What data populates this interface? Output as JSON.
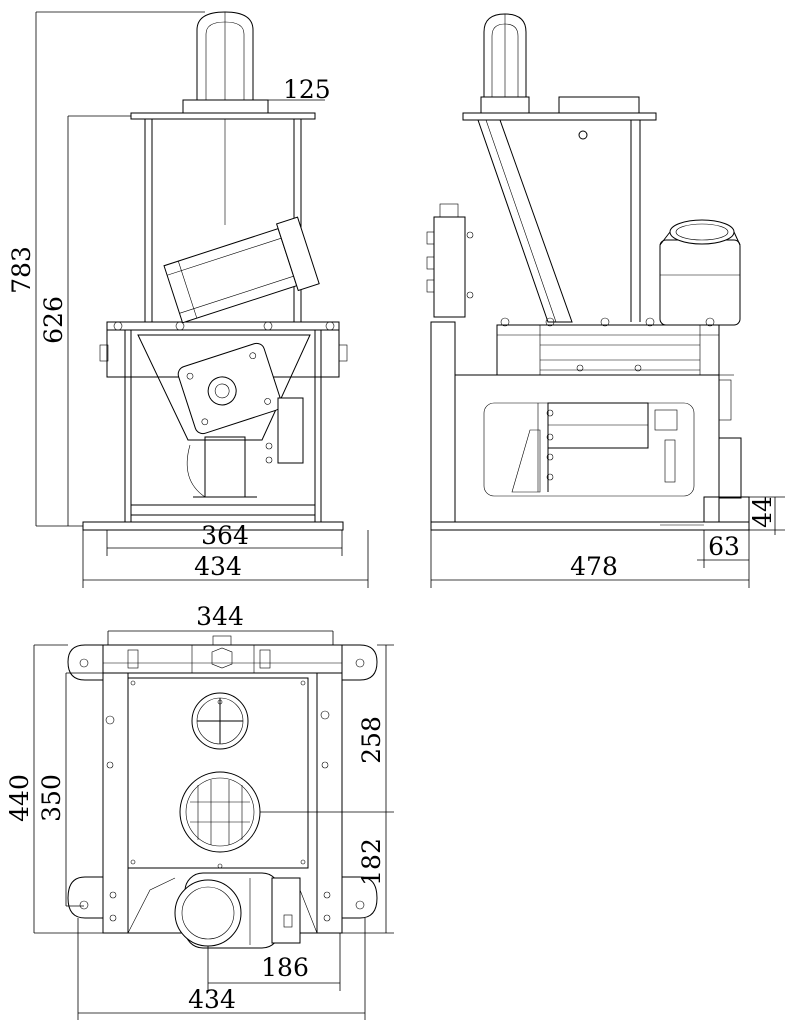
{
  "dimensions": {
    "front_top_opening": "125",
    "front_total_height": "783",
    "front_body_height": "626",
    "front_inner_width": "364",
    "front_base_width": "434",
    "side_foot_height": "44",
    "side_foot_offset": "63",
    "side_total_depth": "478",
    "top_rail_width": "344",
    "top_total_depth": "440",
    "top_inner_depth": "350",
    "top_upper_offset": "258",
    "top_lower_offset": "182",
    "top_motor_offset": "186",
    "top_base_width": "434"
  },
  "colors": {
    "line": "#000000",
    "background": "#ffffff"
  }
}
